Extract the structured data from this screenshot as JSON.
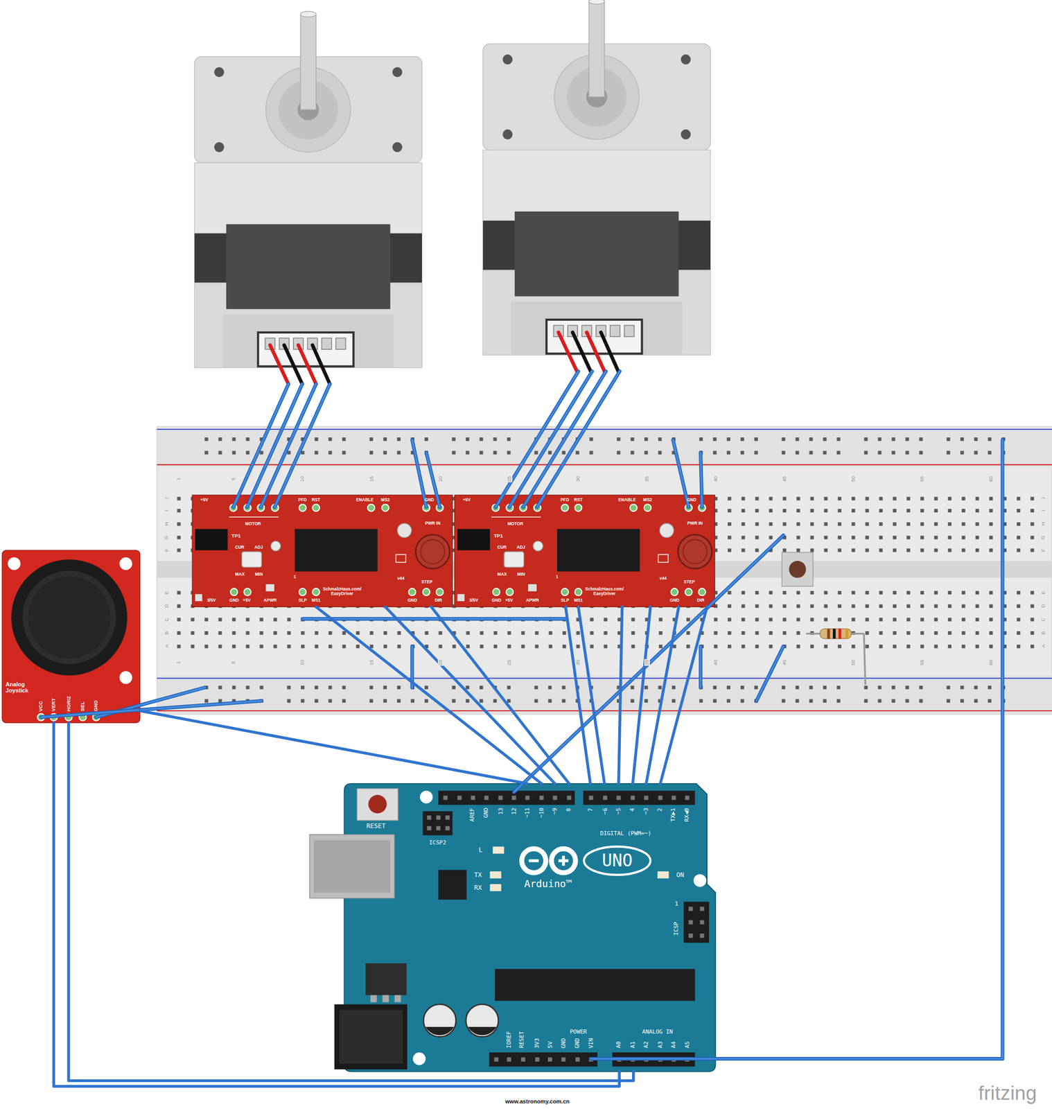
{
  "diagram": {
    "nodes": [
      {
        "text": [
          "+5V",
          "MOTOR",
          "PFD",
          "RST",
          "ENABLE",
          "MS2",
          "GND",
          "PWR IN",
          "TP1",
          "CUR",
          "ADJ",
          "MAX",
          "MIN",
          "1",
          "SchmalzHaus.com/ EasyDriver",
          "v44",
          "STEP",
          "3/5V",
          "GND",
          "+5V",
          "APWR",
          "SLP",
          "MS1",
          "GND",
          "DIR"
        ]
      },
      {
        "text": [
          "+5V",
          "MOTOR",
          "PFD",
          "RST",
          "ENABLE",
          "MS2",
          "GND",
          "PWR IN",
          "TP1",
          "CUR",
          "ADJ",
          "MAX",
          "MIN",
          "1",
          "SchmalzHaus.com/ EasyDriver",
          "v44",
          "STEP",
          "3/5V",
          "GND",
          "+5V",
          "APWR",
          "SLP",
          "MS1",
          "GND",
          "DIR"
        ]
      },
      {
        "text": [
          "Analog Joystick",
          "VCC",
          "VERT",
          "HORIZ",
          "SEL",
          "GND"
        ]
      },
      {
        "text": [
          "RESET",
          "ICSP2",
          "AREF",
          "GND",
          "13",
          "12",
          "~11",
          "~10",
          "~9",
          "8",
          "7",
          "~6",
          "~5",
          "4",
          "~3",
          "2",
          "TX▶1",
          "RX◀0",
          "DIGITAL (PWM=~)",
          "L",
          "TX",
          "RX",
          "UNO",
          "Arduino™",
          "ON",
          "1",
          "ICSP",
          "IOREF",
          "RESET",
          "3V3",
          "5V",
          "GND",
          "GND",
          "VIN",
          "POWER",
          "ANALOG IN",
          "A0",
          "A1",
          "A2",
          "A3",
          "A4",
          "A5"
        ]
      }
    ],
    "edges": [
      {
        "from": 0,
        "to": 3,
        "arrow": "none"
      },
      {
        "from": 0,
        "to": 3,
        "arrow": "none"
      },
      {
        "from": 0,
        "to": 3,
        "arrow": "none"
      },
      {
        "from": 1,
        "to": 3,
        "arrow": "none"
      },
      {
        "from": 1,
        "to": 3,
        "arrow": "none"
      },
      {
        "from": 1,
        "to": 3,
        "arrow": "none"
      },
      {
        "from": 1,
        "to": 3,
        "arrow": "none"
      },
      {
        "from": 1,
        "to": 3,
        "arrow": "none"
      },
      {
        "from": 1,
        "to": 3,
        "arrow": "none"
      },
      {
        "from": 2,
        "to": 3,
        "arrow": "none"
      },
      {
        "from": 2,
        "to": 3,
        "arrow": "none"
      },
      {
        "from": 2,
        "to": 3,
        "arrow": "none"
      }
    ],
    "labels": [
      "1",
      "5",
      "10",
      "15",
      "20",
      "25",
      "30",
      "35",
      "40",
      "45",
      "50",
      "55",
      "60",
      "1",
      "5",
      "10",
      "15",
      "20",
      "25",
      "30",
      "35",
      "40",
      "45",
      "50",
      "55",
      "60",
      "J",
      "I",
      "H",
      "G",
      "F",
      "E",
      "D",
      "C",
      "B",
      "A",
      "J",
      "I",
      "H",
      "G",
      "F",
      "E",
      "D",
      "C",
      "B",
      "A",
      "www.astronomy.com.cn",
      "fritzing"
    ]
  }
}
